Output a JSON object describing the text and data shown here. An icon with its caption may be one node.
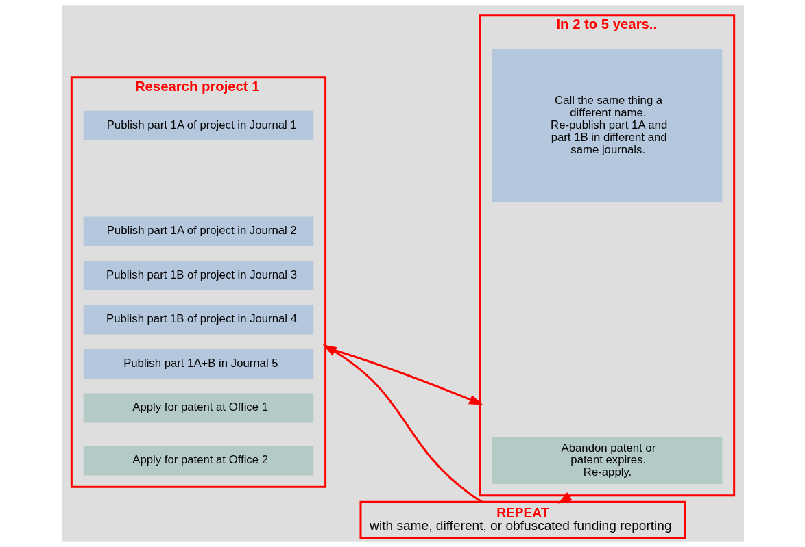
{
  "diagram": {
    "nodes": [
      {
        "text": [
          "Research project 1"
        ]
      },
      {
        "text": [
          "Publish part 1A of project in Journal 1"
        ],
        "in": 0
      },
      {
        "text": [
          "Publish part 1A of project in Journal 2"
        ],
        "in": 0
      },
      {
        "text": [
          "Publish part 1B of project in Journal 3"
        ],
        "in": 0
      },
      {
        "text": [
          "Publish part 1B of project in Journal 4"
        ],
        "in": 0
      },
      {
        "text": [
          "Publish part 1A+B in Journal 5"
        ],
        "in": 0
      },
      {
        "text": [
          "Apply for patent at Office 1"
        ],
        "in": 0
      },
      {
        "text": [
          "Apply for patent at Office 2"
        ],
        "in": 0
      },
      {
        "text": [
          "In 2 to 5 years.."
        ]
      },
      {
        "text": [
          "Call the same thing a different name. Re-publish part 1A and part 1B in different and same journals."
        ],
        "in": 8
      },
      {
        "text": [
          "Abandon patent or patent expires. Re-apply."
        ],
        "in": 8
      },
      {
        "text": [
          "REPEAT",
          "with same, different, or obfuscated funding reporting"
        ]
      }
    ],
    "edges": [
      {
        "from": 0,
        "to": 8,
        "arrow": "to"
      },
      {
        "from": 8,
        "to": 11,
        "arrow": "to"
      },
      {
        "from": 11,
        "to": 0,
        "arrow": "to"
      }
    ]
  }
}
